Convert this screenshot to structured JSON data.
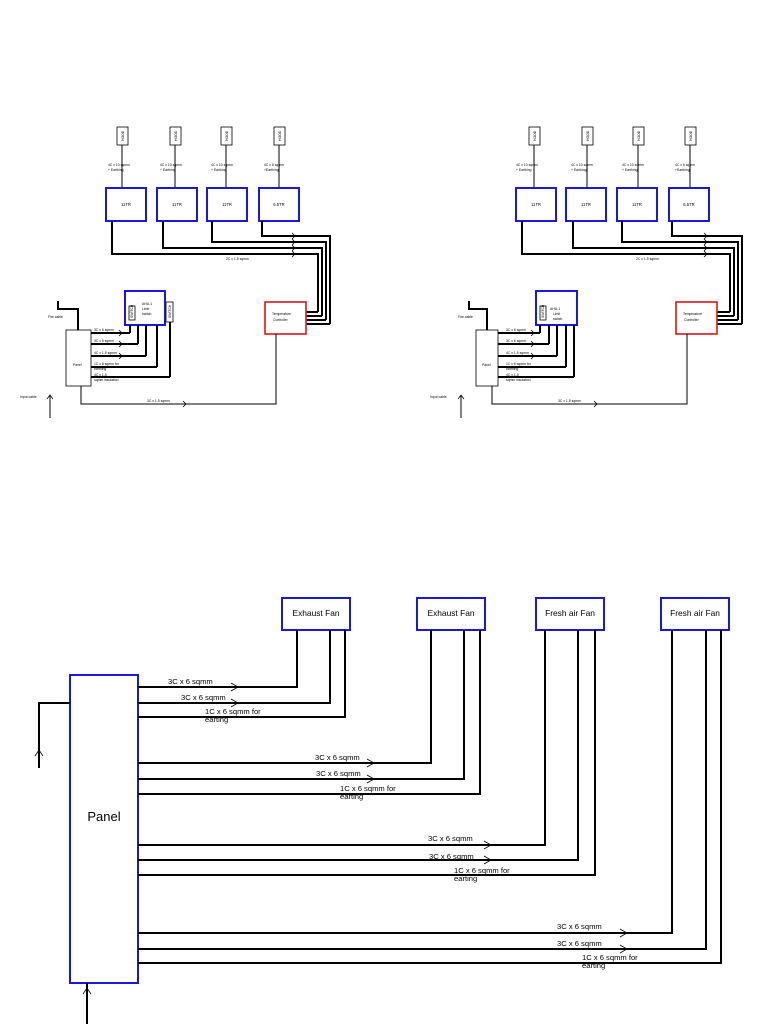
{
  "top_diagrams": [
    {
      "hoods": [
        {
          "label": "HOOD",
          "cable": [
            "4C x 10 sqmm",
            "+ Earthing"
          ],
          "box": "11TR"
        },
        {
          "label": "HOOD",
          "cable": [
            "4C x 10 sqmm",
            "+ Earthing"
          ],
          "box": "11TR"
        },
        {
          "label": "HOOD",
          "cable": [
            "4C x 10 sqmm",
            "+ Earthing"
          ],
          "box": "11TR"
        },
        {
          "label": "HOOD",
          "cable": [
            "4C x 6 sqmm",
            "+Earthing"
          ],
          "box": "6.5TR"
        }
      ],
      "control_cable": "2C x 1.5 sqmm",
      "ahu": "AHU-1",
      "switch_label": "SWITCH",
      "limit_switch": [
        "Limit",
        "switch"
      ],
      "fire_cable": "Fire cable",
      "panel": "Panel",
      "input_cable": "Input cable",
      "temperature_controller": [
        "Temperature",
        "Controller"
      ],
      "panel_cables": [
        "3C x 6 sqmm",
        "3C x 6 sqmm",
        "4C x 1.5 sqmm",
        "1C x 6 sqmm for",
        "earthing",
        "4C x 1.5",
        "sqmm insulation"
      ],
      "bottom_cable": "3C x 1.5 sqmm"
    },
    {
      "hoods": [
        {
          "label": "HOOD",
          "cable": [
            "4C x 10 sqmm",
            "+ Earthing"
          ],
          "box": "11TR"
        },
        {
          "label": "HOOD",
          "cable": [
            "4C x 10 sqmm",
            "+ Earthing"
          ],
          "box": "11TR"
        },
        {
          "label": "HOOD",
          "cable": [
            "4C x 10 sqmm",
            "+ Earthing"
          ],
          "box": "11TR"
        },
        {
          "label": "HOOD",
          "cable": [
            "4C x 6 sqmm",
            "+Earthing"
          ],
          "box": "6.5TR"
        }
      ],
      "control_cable": "2C x 1.5 sqmm",
      "ahu": "AHU-1",
      "switch_label": "SWITCH",
      "limit_switch": [
        "Limit",
        "switch"
      ],
      "fire_cable": "Fire cable",
      "panel": "Panel",
      "input_cable": "Input cable",
      "temperature_controller": [
        "Temperature",
        "Controller"
      ],
      "panel_cables": [
        "3C x 6 sqmm",
        "3C x 6 sqmm",
        "4C x 1.5 sqmm",
        "1C x 6 sqmm for",
        "earthing",
        "4C x 1.5",
        "sqmm insulation"
      ],
      "bottom_cable": "3C x 1.5 sqmm"
    }
  ],
  "fan_diagram": {
    "panel": "Panel",
    "fans": [
      "Exhaust Fan",
      "Exhaust Fan",
      "Fresh air Fan",
      "Fresh air Fan"
    ],
    "groups": [
      {
        "c1": "3C x 6 sqmm",
        "c2": "3C x 6 sqmm",
        "c3a": "1C x 6 sqmm for",
        "c3b": "earting"
      },
      {
        "c1": "3C x 6 sqmm",
        "c2": "3C x 6 sqmm",
        "c3a": "1C x 6 sqmm for",
        "c3b": "earting"
      },
      {
        "c1": "3C x 6 sqmm",
        "c2": "3C x 6 sqmm",
        "c3a": "1C x 6 sqmm for",
        "c3b": "earting"
      },
      {
        "c1": "3C x 6 sqmm",
        "c2": "3C x 6 sqmm",
        "c3a": "1C x 6 sqmm for",
        "c3b": "earting"
      }
    ]
  }
}
